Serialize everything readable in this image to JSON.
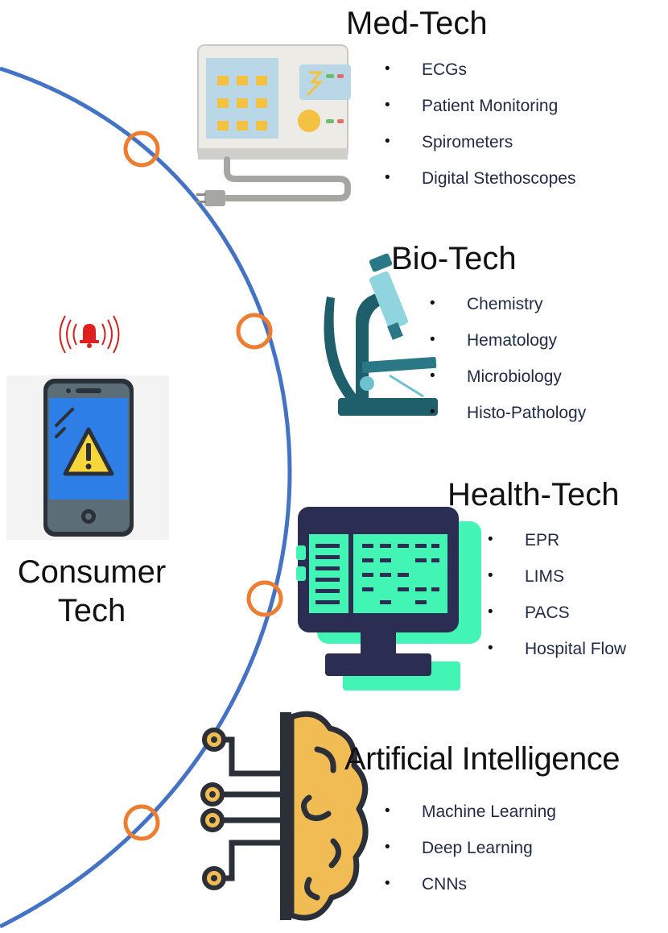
{
  "colors": {
    "arc": "#4472C4",
    "node_ring": "#ED7D31",
    "teal": "#1f5f6b",
    "green": "#43f5b4",
    "gold": "#f0bc53"
  },
  "consumer": {
    "label_line1": "Consumer",
    "label_line2": "Tech",
    "icons": [
      "alarm-bell-icon",
      "smartphone-warning-icon"
    ]
  },
  "groups": [
    {
      "title": "Med-Tech",
      "icon": "medical-monitor-icon",
      "items": [
        "ECGs",
        "Patient Monitoring",
        "Spirometers",
        "Digital Stethoscopes"
      ]
    },
    {
      "title": "Bio-Tech",
      "icon": "microscope-icon",
      "items": [
        "Chemistry",
        "Hematology",
        "Microbiology",
        "Histo-Pathology"
      ]
    },
    {
      "title": "Health-Tech",
      "icon": "computer-monitor-icon",
      "items": [
        "EPR",
        "LIMS",
        "PACS",
        "Hospital Flow"
      ]
    },
    {
      "title": "Artificial Intelligence",
      "icon": "circuit-brain-icon",
      "items": [
        "Machine Learning",
        "Deep Learning",
        "CNNs"
      ]
    }
  ]
}
